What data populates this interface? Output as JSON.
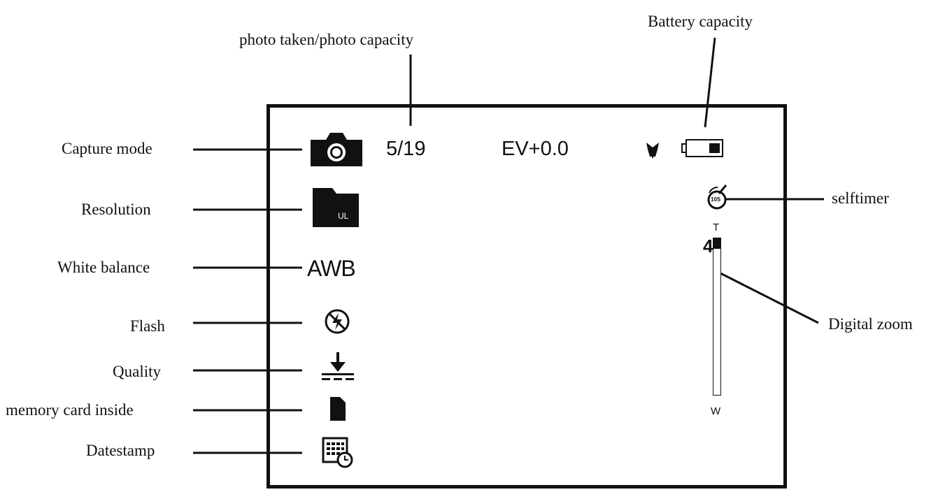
{
  "callouts": {
    "photo_taken": "photo taken/photo capacity",
    "battery_capacity": "Battery capacity",
    "capture_mode": "Capture mode",
    "resolution": "Resolution",
    "white_balance": "White balance",
    "flash": "Flash",
    "quality": "Quality",
    "memory_card": "memory card inside",
    "datestamp": "Datestamp",
    "selftimer": "selftimer",
    "digital_zoom": "Digital zoom"
  },
  "screen": {
    "shot_count": "5/19",
    "exposure": "EV+0.0",
    "resolution_badge": "UL",
    "white_balance_value": "AWB",
    "selftimer_badge": "10S",
    "zoom_level": "4",
    "zoom_tele": "T",
    "zoom_wide": "W",
    "zoom_fill_fraction": 0.07
  },
  "icons": {
    "capture_mode": "camera-icon",
    "resolution": "resolution-card-icon",
    "flash": "flash-off-icon",
    "quality": "quality-arrow-icon",
    "memory_card": "sd-card-icon",
    "datestamp": "calendar-clock-icon",
    "macro": "macro-flower-icon",
    "battery": "battery-icon",
    "selftimer": "selftimer-icon"
  }
}
